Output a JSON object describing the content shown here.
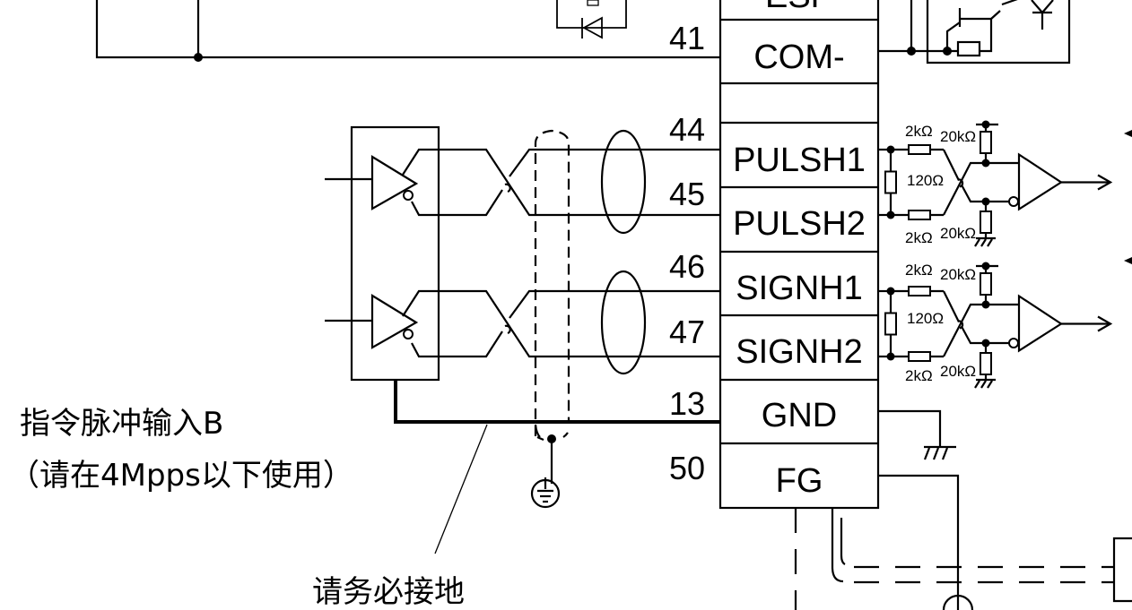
{
  "diagram": {
    "title_line1": "指令脉冲输入B",
    "title_line2": "（请在4Mpps以下使用）",
    "ground_note": "请务必接地",
    "connector_pins": [
      {
        "number": "",
        "signal": "ESP",
        "partially_visible": true
      },
      {
        "number": "41",
        "signal": "COM-"
      },
      {
        "number": "",
        "signal": ""
      },
      {
        "number": "44",
        "signal": "PULSH1"
      },
      {
        "number": "45",
        "signal": "PULSH2"
      },
      {
        "number": "46",
        "signal": "SIGNH1"
      },
      {
        "number": "47",
        "signal": "SIGNH2"
      },
      {
        "number": "13",
        "signal": "GND"
      },
      {
        "number": "50",
        "signal": "FG"
      }
    ],
    "receiver_circuits": [
      {
        "name": "pulse-receiver",
        "series_resistor_top": "2kΩ",
        "termination_resistor": "120Ω",
        "pullup_resistor": "20kΩ",
        "series_resistor_bottom": "2kΩ",
        "pulldown_resistor": "20kΩ"
      },
      {
        "name": "sign-receiver",
        "series_resistor_top": "2kΩ",
        "termination_resistor": "120Ω",
        "pullup_resistor": "20kΩ",
        "series_resistor_bottom": "2kΩ",
        "pulldown_resistor": "20kΩ"
      }
    ]
  }
}
